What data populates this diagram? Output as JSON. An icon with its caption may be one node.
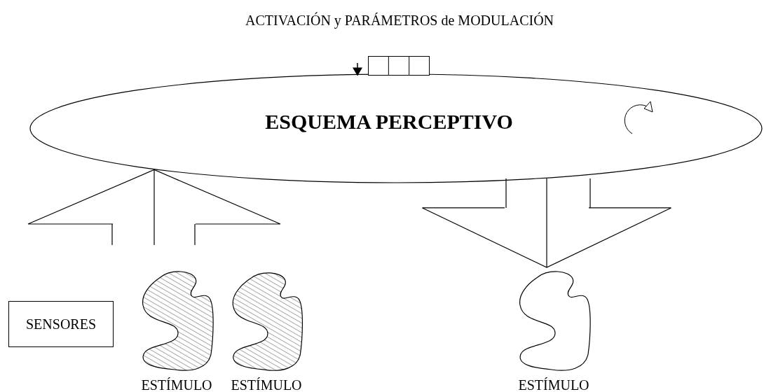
{
  "diagram": {
    "title": "ACTIVACIÓN y PARÁMETROS de MODULACIÓN",
    "nodes": [
      {
        "text": [
          "ESQUEMA PERCEPTIVO"
        ]
      },
      {
        "text": [],
        "shape": "box"
      },
      {
        "text": [
          "SENSORES"
        ]
      },
      {
        "text": [
          "ESTÍMULO"
        ]
      },
      {
        "text": [
          "ESTÍMULO"
        ]
      },
      {
        "text": [
          "ESTÍMULO"
        ]
      }
    ],
    "edges": [
      {
        "from": null,
        "to": 0,
        "arrow": "to"
      },
      {
        "from": 3,
        "to": 0,
        "arrow": "to"
      },
      {
        "from": 0,
        "to": 5,
        "arrow": "to"
      }
    ]
  }
}
